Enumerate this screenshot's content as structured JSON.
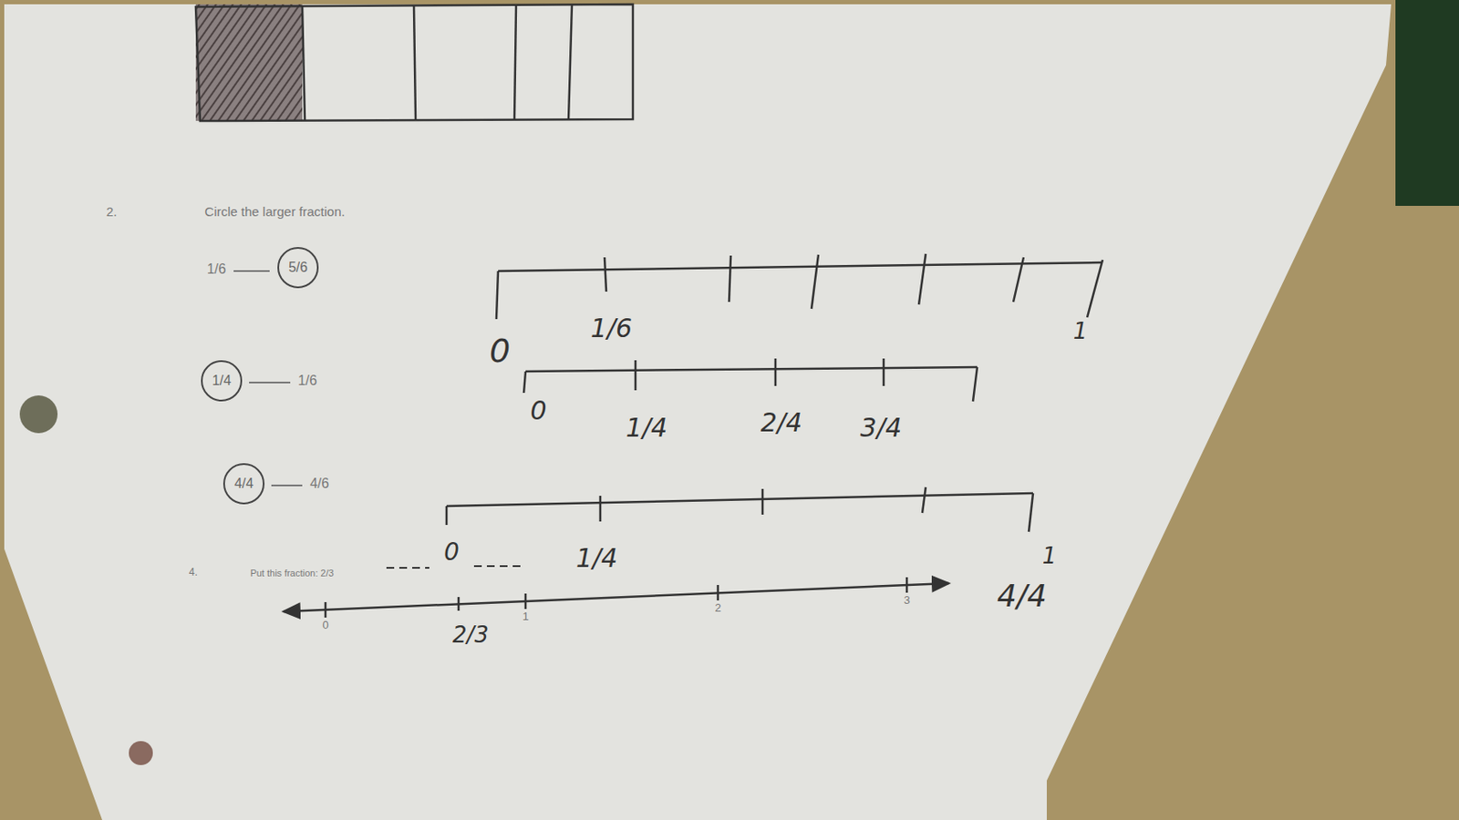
{
  "diagram": {
    "nodes": [
      {
        "text": [
          "5/6"
        ]
      },
      {
        "text": [
          "1/4"
        ]
      },
      {
        "text": [
          "4/4"
        ]
      }
    ],
    "labels": [
      "2.",
      "Circle the larger fraction.",
      "1/6",
      "0",
      "1/6",
      "1",
      "1/6",
      "0",
      "1/4",
      "2/4",
      "3/4",
      "4/6",
      "0",
      "1/4",
      "1",
      "4/4",
      "4.",
      "Put this fraction: 2/3",
      "2/3",
      "0",
      "1",
      "2",
      "3"
    ]
  }
}
